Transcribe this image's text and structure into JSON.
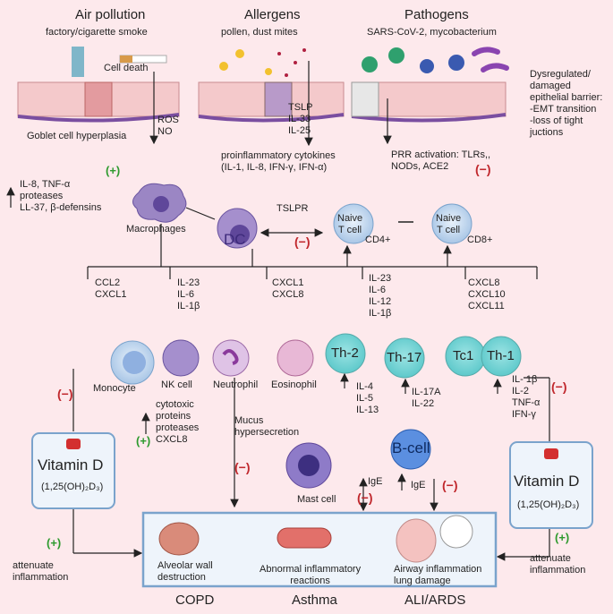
{
  "headers": {
    "air": "Air pollution",
    "allergens": "Allergens",
    "pathogens": "Pathogens"
  },
  "air": {
    "source": "factory/cigarette smoke",
    "celldeath": "Cell death",
    "goblet": "Goblet cell  hyperplasia",
    "ros": "ROS\nNO"
  },
  "allergens": {
    "source": "pollen, dust mites",
    "mediators": "TSLP\nIL-33\nIL-25",
    "cytokines": "proinflammatory cytokines\n(IL-1, IL-8, IFN-γ, IFN-α)"
  },
  "pathogens": {
    "source": "SARS-CoV-2,  mycobacterium",
    "prr": "PRR activation: TLRs,,\nNODs, ACE2",
    "barrier": "Dysregulated/\ndamaged\nepithelial barrier:\n-EMT transition\n-loss of tight\njuctions"
  },
  "left": {
    "outputs": "IL-8, TNF-α\nproteases\nLL-37, β-defensins"
  },
  "cells": {
    "macrophages": "Macrophages",
    "dc": "DC",
    "tslpr": "TSLPR",
    "naive1": "Naive\nT cell",
    "cd4": "CD4+",
    "naive2": "Naive\nT cell",
    "cd8": "CD8+"
  },
  "cytokine_groups": [
    "CCL2\nCXCL1",
    "IL-23\nIL-6\nIL-1β",
    "CXCL1\nCXCL8",
    "IL-23\nIL-6\nIL-12\nIL-1β",
    "CXCL8\nCXCL10\nCXCL11"
  ],
  "effectors": {
    "monocyte": "Monocyte",
    "nk": "NK cell",
    "neutrophil": "Neutrophil",
    "eosinophil": "Eosinophil",
    "th2": "Th-2",
    "th17": "Th-17",
    "tc1": "Tc1",
    "th1": "Th-1"
  },
  "effector_cytokines": {
    "th2": "IL-4\nIL-5\nIL-13",
    "th17": "IL-17A\nIL-22",
    "th1": "IL- 1β\nIL-2\nTNF-α\nIFN-γ"
  },
  "nk_products": "cytotoxic\nproteins\nproteases\nCXCL8",
  "mucus": "Mucus\nhypersecretion",
  "mast": "Mast cell",
  "bcell": "B-cell",
  "ige1": "IgE",
  "ige2": "IgE",
  "vitd": {
    "title": "Vitamin D",
    "formula_left": "(1,25(OH)₂D₃)",
    "formula_right": "(1,25(OH)₂D₃)"
  },
  "attenuate": "attenuate\ninflammation",
  "signs": {
    "plus": "(+)",
    "minus": "(−)"
  },
  "diseases": {
    "alveolar": "Alveolar wall\ndestruction",
    "abnormal": "Abnormal inflammatory\nreactions",
    "airway": "Airway inflammation\nlung damage",
    "copd": "COPD",
    "asthma": "Asthma",
    "ali": "ALI/ARDS"
  },
  "colors": {
    "background": "#fde9ec",
    "box": "#7aa3cc",
    "inhibit": "#c0282d",
    "promote": "#2e9a2e"
  }
}
